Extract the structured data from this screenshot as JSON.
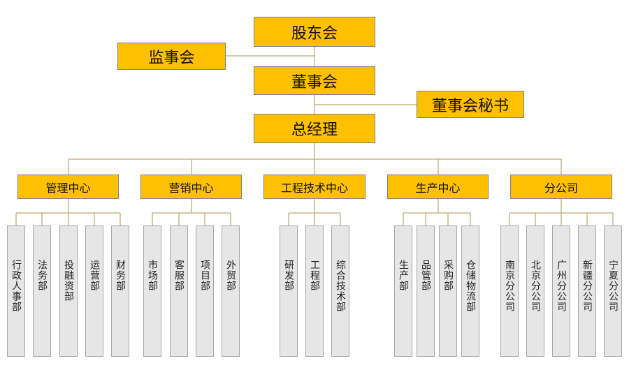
{
  "top": {
    "shareholders": "股东会",
    "supervisors": "监事会",
    "board": "董事会",
    "secretary": "董事会秘书",
    "gm": "总经理"
  },
  "centers": [
    {
      "name": "管理中心",
      "depts": [
        "行政人事部",
        "法务部",
        "投融资部",
        "运营部",
        "财务部"
      ]
    },
    {
      "name": "营销中心",
      "depts": [
        "市场部",
        "客服部",
        "项目部",
        "外贸部"
      ]
    },
    {
      "name": "工程技术中心",
      "depts": [
        "研发部",
        "工程部",
        "综合技术部"
      ]
    },
    {
      "name": "生产中心",
      "depts": [
        "生产部",
        "品管部",
        "采购部",
        "仓储物流部"
      ]
    },
    {
      "name": "分公司",
      "depts": [
        "南京分公司",
        "北京分公司",
        "广州分公司",
        "新疆分公司",
        "宁夏分公司"
      ]
    }
  ],
  "colors": {
    "box": "#FFC000",
    "dept": "#E6E6E6",
    "line": "#BFA978"
  }
}
